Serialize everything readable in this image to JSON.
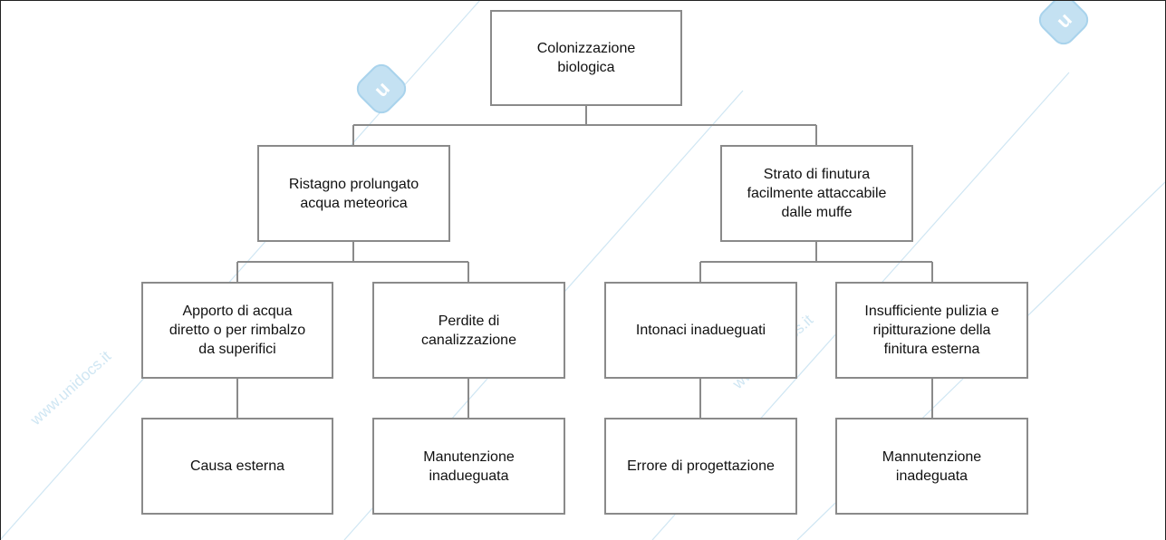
{
  "diagram": {
    "root": {
      "label": "Colonizzazione\nbiologica"
    },
    "level1": [
      {
        "label": "Ristagno prolungato\nacqua meteorica"
      },
      {
        "label": "Strato di finutura\nfacilmente attaccabile\ndalle muffe"
      }
    ],
    "level2": [
      {
        "label": "Apporto di acqua\ndiretto o per rimbalzo\nda superifici"
      },
      {
        "label": "Perdite di\ncanalizzazione"
      },
      {
        "label": "Intonaci inadueguati"
      },
      {
        "label": "Insufficiente pulizia e\nripitturazione della\nfinitura esterna"
      }
    ],
    "level3": [
      {
        "label": "Causa esterna"
      },
      {
        "label": "Manutenzione\ninadueguata"
      },
      {
        "label": "Errore di progettazione"
      },
      {
        "label": "Mannutenzione\ninadeguata"
      }
    ]
  },
  "watermark": {
    "text": "www.unidocs.it",
    "color": "#cfe6f3",
    "logo_color": "#c4e1f2"
  },
  "colors": {
    "box_border": "#8a8a8a",
    "connector": "#8a8a8a",
    "frame": "#222222"
  }
}
